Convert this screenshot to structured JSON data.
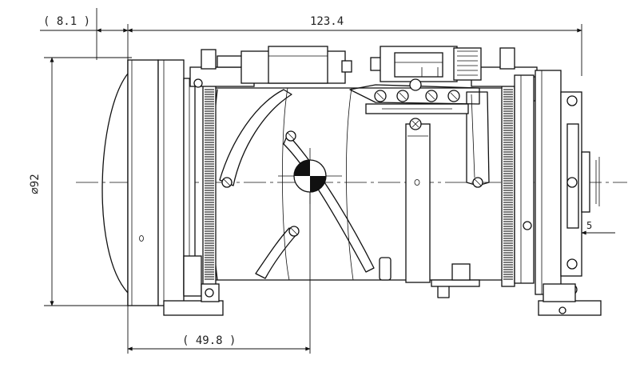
{
  "dimensions": {
    "flange_offset": "( 8.1 )",
    "overall_length": "123.4",
    "diameter": "⌀92",
    "focus_distance": "( 49.8 )",
    "back_step": "5"
  }
}
